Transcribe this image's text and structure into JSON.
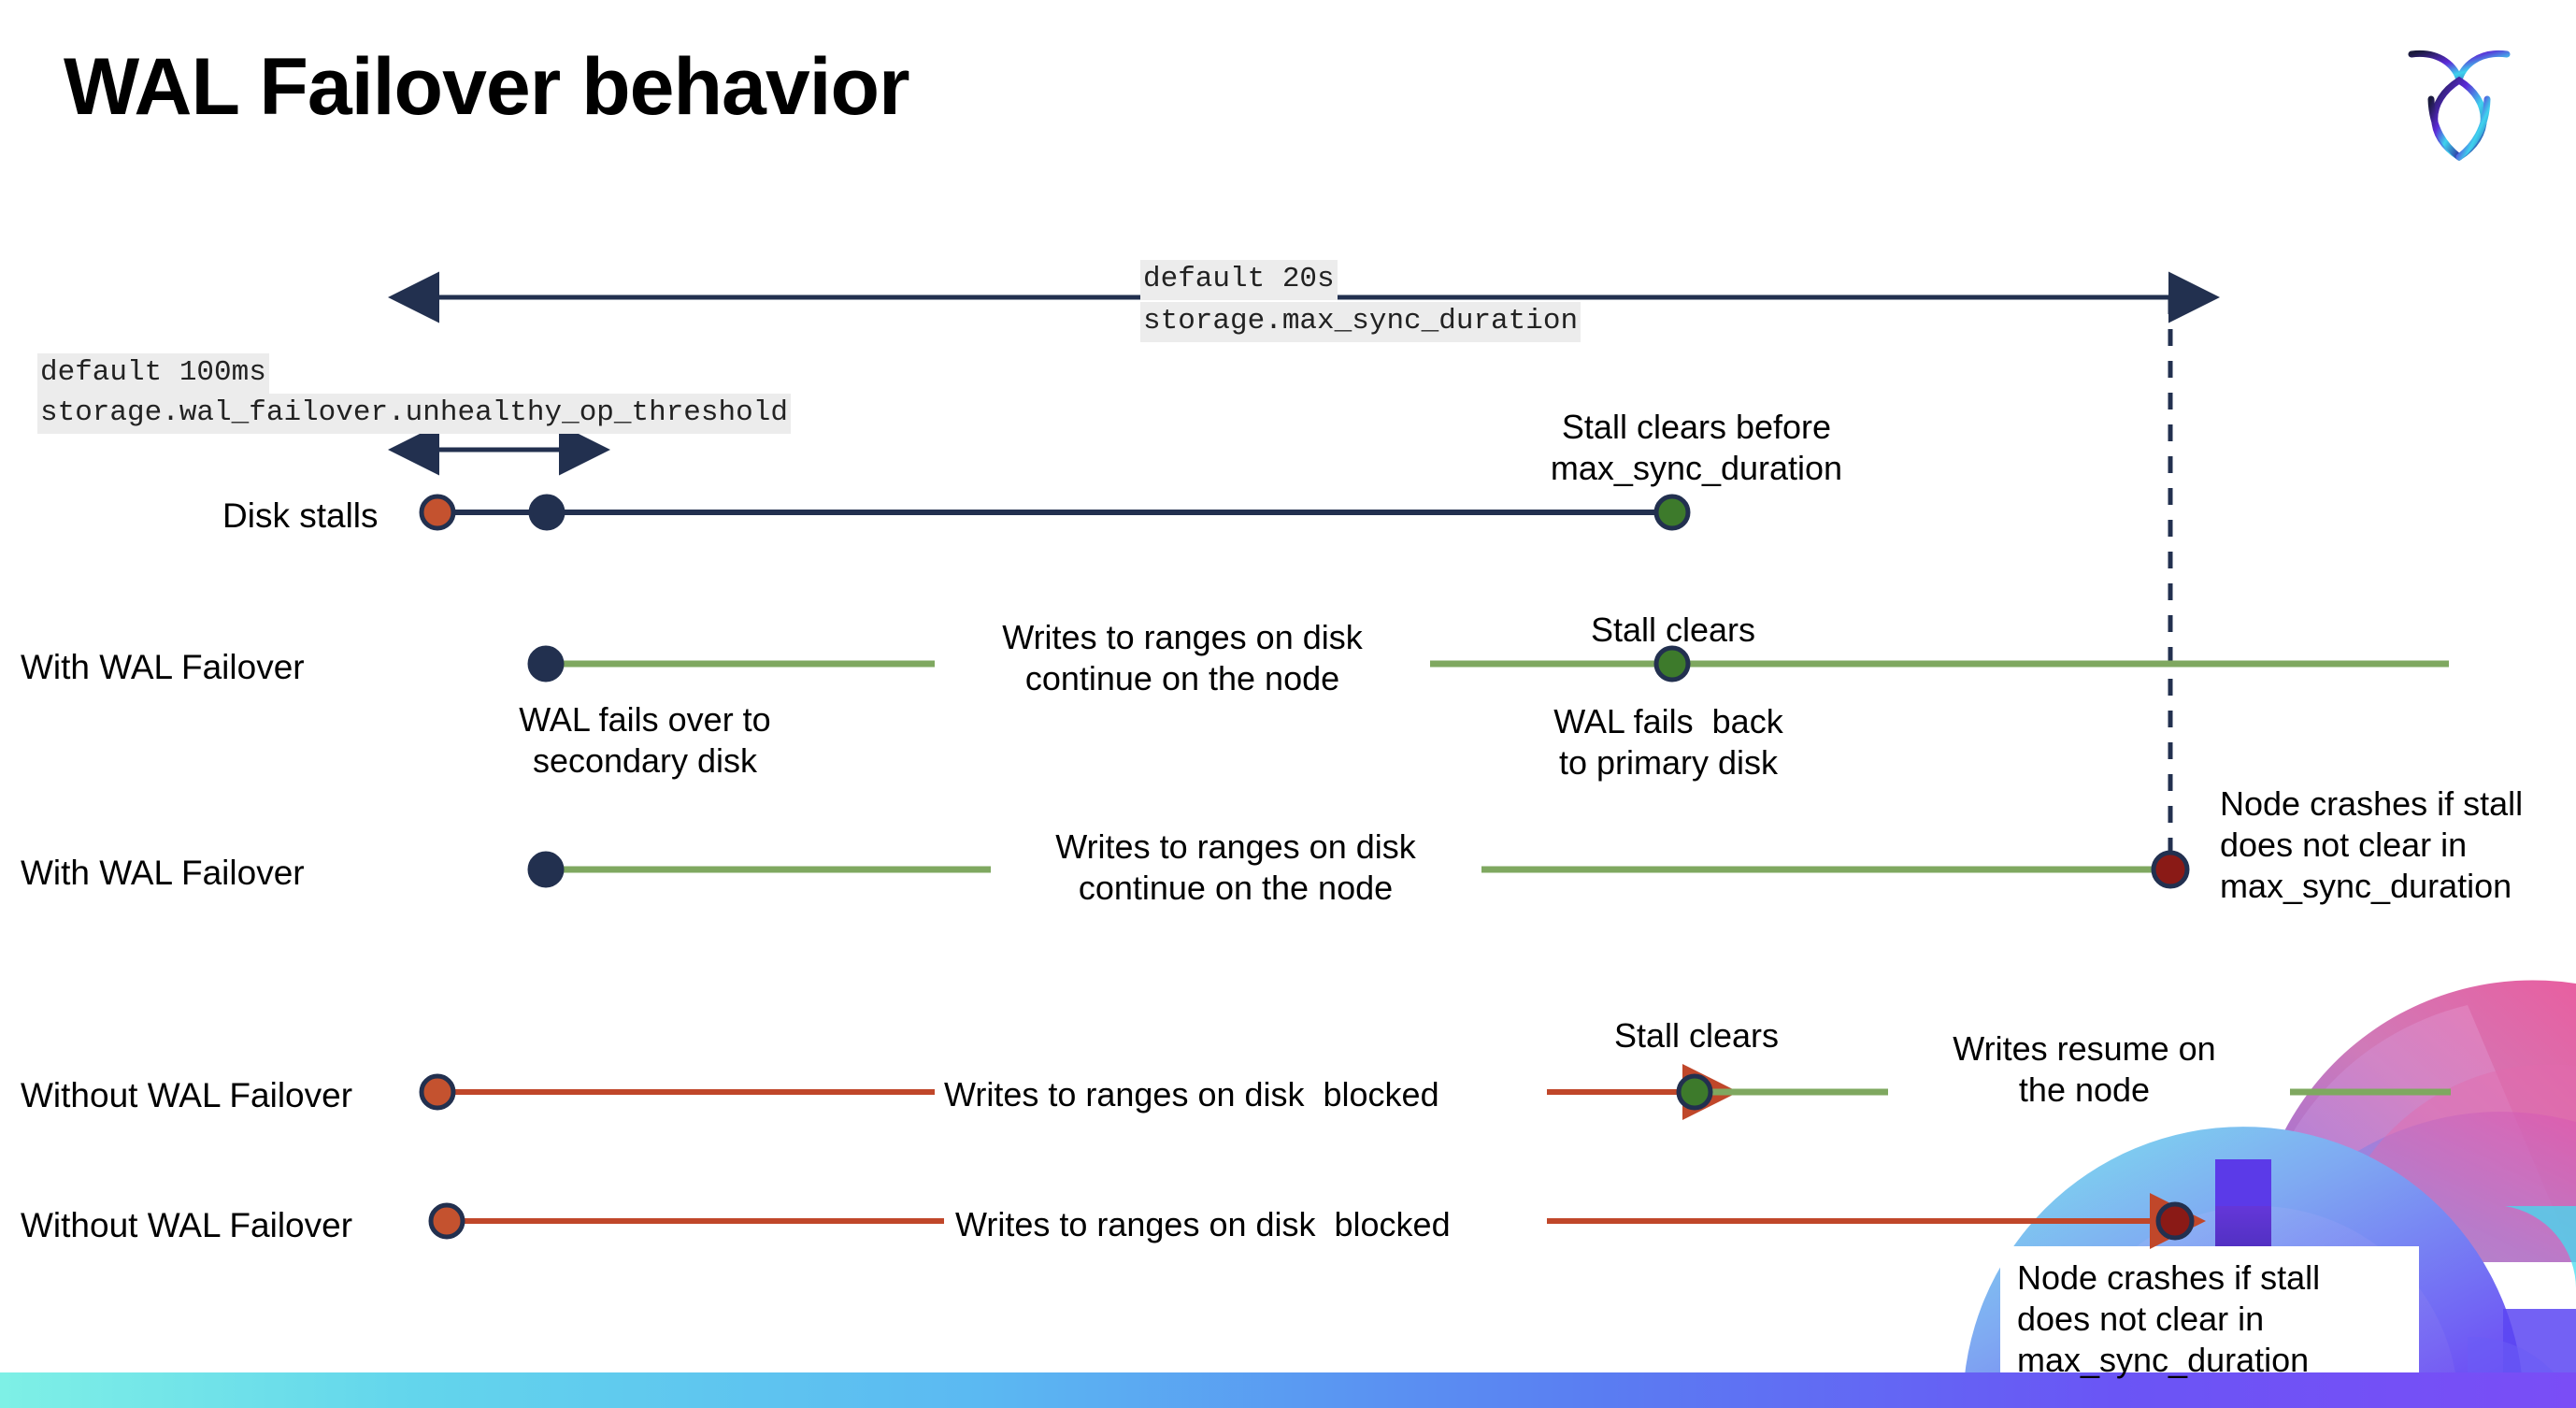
{
  "slide": {
    "title": "WAL Failover behavior",
    "logo_name": "cockroachdb-logo"
  },
  "annotations": {
    "max_sync_duration": {
      "line1": "default 20s",
      "line2": "storage.max_sync_duration"
    },
    "unhealthy_op_threshold": {
      "line1": "default 100ms",
      "line2": "storage.wal_failover.unhealthy_op_threshold"
    }
  },
  "rows": [
    {
      "id": "disk-stalls",
      "name": "Disk stalls",
      "note_above": "Stall clears before\nmax_sync_duration"
    },
    {
      "id": "with-wal-failover-1",
      "name": "With WAL Failover",
      "note_mid": "Writes to ranges on disk\ncontinue on the node",
      "note_stall": "Stall clears",
      "note_below_left": "WAL fails over to\nsecondary disk",
      "note_below_right": "WAL fails  back\nto primary disk"
    },
    {
      "id": "with-wal-failover-2",
      "name": "With WAL Failover",
      "note_mid": "Writes to ranges on disk\ncontinue on the node",
      "note_crash": "Node crashes if stall\ndoes not clear in\nmax_sync_duration"
    },
    {
      "id": "without-wal-failover-1",
      "name": "Without WAL Failover",
      "note_mid": "Writes to ranges on disk  blocked",
      "note_stall": "Stall clears",
      "note_resume": "Writes resume on\nthe node"
    },
    {
      "id": "without-wal-failover-2",
      "name": "Without WAL Failover",
      "note_mid": "Writes to ranges on disk  blocked",
      "note_crash": "Node crashes if stall\ndoes not clear in\nmax_sync_duration"
    }
  ],
  "colors": {
    "navy": "#22304f",
    "orange": "#c4522f",
    "green_marker": "#3d7a2b",
    "green_line": "#7fa860",
    "dark_red": "#8a1a16",
    "red_line": "#c0472a",
    "mono_bg": "#ececec",
    "bar_gradient_start": "#7ef0e6",
    "bar_gradient_end": "#7a4df6"
  }
}
